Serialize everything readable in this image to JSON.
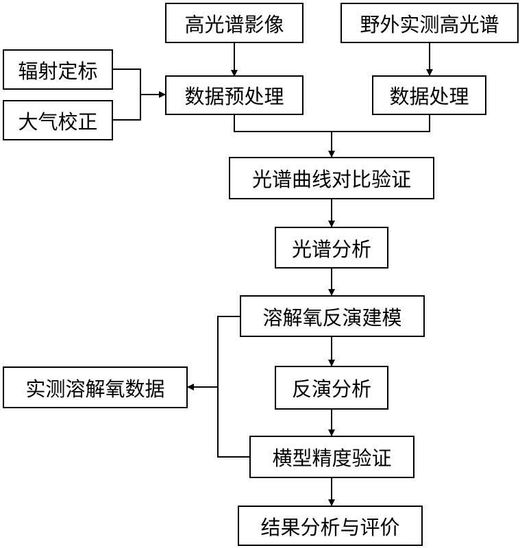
{
  "nodes": {
    "hyperspectral_image": "高光谱影像",
    "field_spectra": "野外实测高光谱",
    "radiometric_calibration": "辐射定标",
    "atmospheric_correction": "大气校正",
    "data_preprocessing": "数据预处理",
    "data_processing": "数据处理",
    "spectral_curve_validation": "光谱曲线对比验证",
    "spectral_analysis": "光谱分析",
    "do_inversion_modeling": "溶解氧反演建模",
    "measured_do_data": "实测溶解氧数据",
    "inversion_analysis": "反演分析",
    "model_accuracy_validation": "横型精度验证",
    "result_analysis_evaluation": "结果分析与评价"
  }
}
